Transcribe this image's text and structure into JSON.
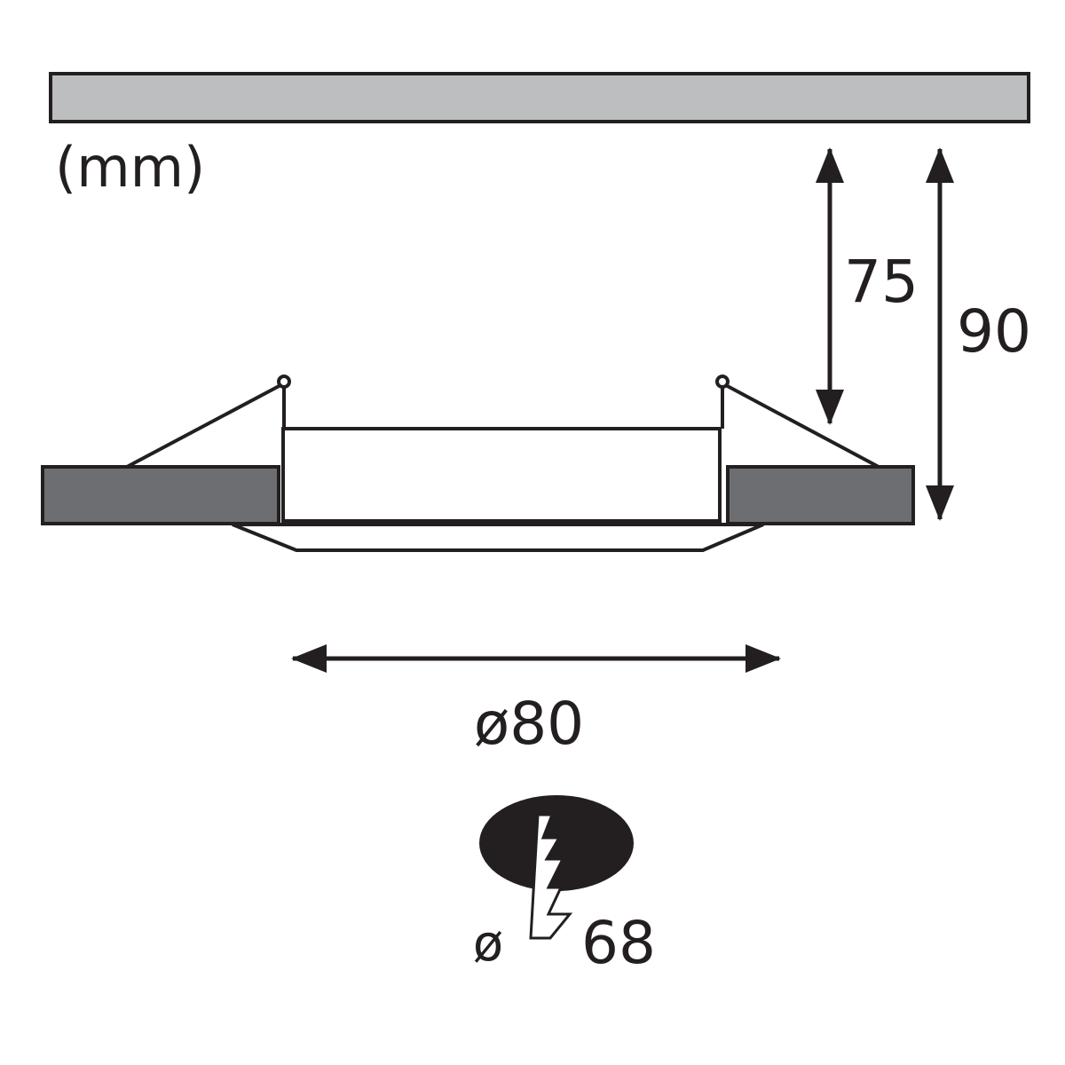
{
  "units": "(mm)",
  "dimensions": {
    "depth": "75",
    "total_height": "90",
    "outer_diameter": "ø80",
    "cutout_diameter": "68",
    "cutout_symbol": "ø"
  },
  "colors": {
    "ceiling_fill": "#bcbec0",
    "panel_fill": "#6d6e71",
    "line": "#231f20",
    "background": "#ffffff"
  },
  "icons": [
    "ceiling-panel",
    "cutout-hole-icon",
    "spring-clip"
  ]
}
